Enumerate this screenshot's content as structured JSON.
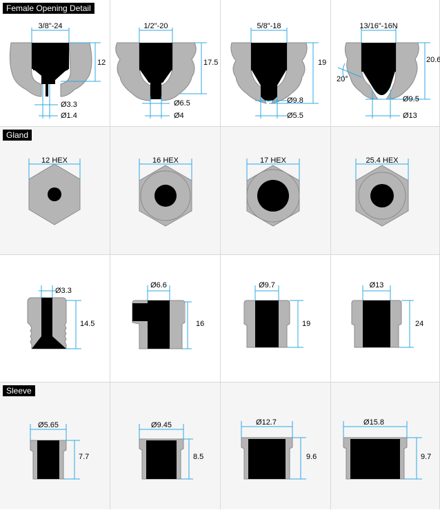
{
  "sections": {
    "female_opening": {
      "title": "Female Opening Detail",
      "items": [
        {
          "thread": "3/8\"-24",
          "height": "12",
          "dia_large": "Ø3.3",
          "dia_small": "Ø1.4"
        },
        {
          "thread": "1/2\"-20",
          "height": "17.5",
          "dia_large": "Ø6.5",
          "dia_small": "Ø4"
        },
        {
          "thread": "5/8\"-18",
          "height": "19",
          "dia_large": "Ø9.8",
          "dia_small": "Ø5.5"
        },
        {
          "thread": "13/16\"-16N",
          "height": "20.6",
          "dia_large": "Ø9.5",
          "dia_small": "Ø13",
          "angle": "20°"
        }
      ]
    },
    "gland": {
      "title": "Gland",
      "hex_items": [
        {
          "hex": "12 HEX"
        },
        {
          "hex": "16 HEX"
        },
        {
          "hex": "17 HEX"
        },
        {
          "hex": "25.4 HEX"
        }
      ],
      "side_items": [
        {
          "bore": "Ø3.3",
          "height": "14.5"
        },
        {
          "bore": "Ø6.6",
          "height": "16"
        },
        {
          "bore": "Ø9.7",
          "height": "19"
        },
        {
          "bore": "Ø13",
          "height": "24"
        }
      ]
    },
    "sleeve": {
      "title": "Sleeve",
      "items": [
        {
          "dia": "Ø5.65",
          "height": "7.7"
        },
        {
          "dia": "Ø9.45",
          "height": "8.5"
        },
        {
          "dia": "Ø12.7",
          "height": "9.6"
        },
        {
          "dia": "Ø15.8",
          "height": "9.7"
        }
      ]
    }
  },
  "colors": {
    "dimension": "#2ea8e6",
    "body": "#b5b5b5",
    "hole": "#000000",
    "tag_bg": "#000000",
    "grid_line": "#d9d9d9",
    "alt_row_bg": "#f5f5f5"
  }
}
